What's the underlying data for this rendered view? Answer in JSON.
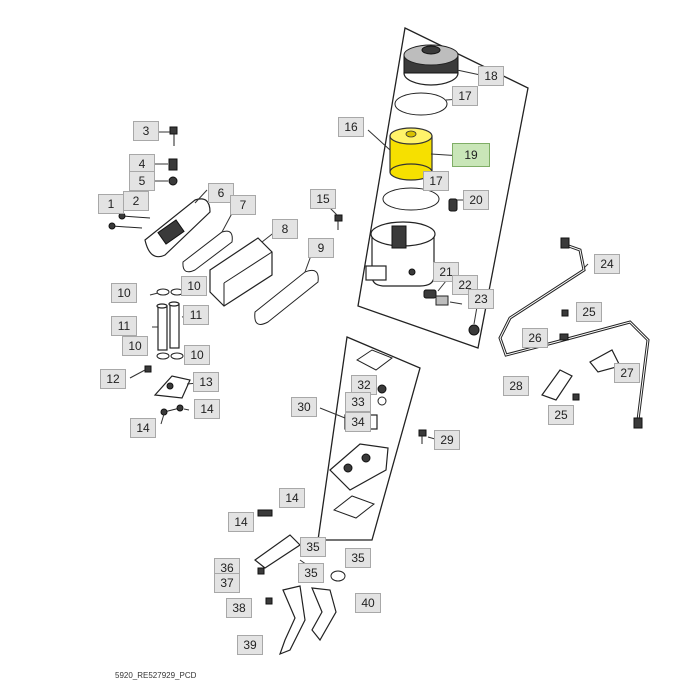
{
  "diagram": {
    "caption": "5920_RE527929_PCD",
    "highlight_color": "#f6e000",
    "callouts": [
      {
        "id": "c1",
        "label": "1"
      },
      {
        "id": "c2",
        "label": "2"
      },
      {
        "id": "c3",
        "label": "3"
      },
      {
        "id": "c4",
        "label": "4"
      },
      {
        "id": "c5",
        "label": "5"
      },
      {
        "id": "c6",
        "label": "6"
      },
      {
        "id": "c7",
        "label": "7"
      },
      {
        "id": "c8",
        "label": "8"
      },
      {
        "id": "c9",
        "label": "9"
      },
      {
        "id": "c10a",
        "label": "10"
      },
      {
        "id": "c10b",
        "label": "10"
      },
      {
        "id": "c10c",
        "label": "10"
      },
      {
        "id": "c10d",
        "label": "10"
      },
      {
        "id": "c11a",
        "label": "11"
      },
      {
        "id": "c11b",
        "label": "11"
      },
      {
        "id": "c12",
        "label": "12"
      },
      {
        "id": "c13",
        "label": "13"
      },
      {
        "id": "c14a",
        "label": "14"
      },
      {
        "id": "c14b",
        "label": "14"
      },
      {
        "id": "c14c",
        "label": "14"
      },
      {
        "id": "c14d",
        "label": "14"
      },
      {
        "id": "c15",
        "label": "15"
      },
      {
        "id": "c16",
        "label": "16"
      },
      {
        "id": "c17a",
        "label": "17"
      },
      {
        "id": "c17b",
        "label": "17"
      },
      {
        "id": "c18",
        "label": "18"
      },
      {
        "id": "c19",
        "label": "19"
      },
      {
        "id": "c20",
        "label": "20"
      },
      {
        "id": "c21",
        "label": "21"
      },
      {
        "id": "c22",
        "label": "22"
      },
      {
        "id": "c23",
        "label": "23"
      },
      {
        "id": "c24",
        "label": "24"
      },
      {
        "id": "c25a",
        "label": "25"
      },
      {
        "id": "c25b",
        "label": "25"
      },
      {
        "id": "c26",
        "label": "26"
      },
      {
        "id": "c27",
        "label": "27"
      },
      {
        "id": "c28",
        "label": "28"
      },
      {
        "id": "c29",
        "label": "29"
      },
      {
        "id": "c30",
        "label": "30"
      },
      {
        "id": "c32",
        "label": "32"
      },
      {
        "id": "c33",
        "label": "33"
      },
      {
        "id": "c34",
        "label": "34"
      },
      {
        "id": "c35a",
        "label": "35"
      },
      {
        "id": "c35b",
        "label": "35"
      },
      {
        "id": "c35c",
        "label": "35"
      },
      {
        "id": "c36",
        "label": "36"
      },
      {
        "id": "c37",
        "label": "37"
      },
      {
        "id": "c38",
        "label": "38"
      },
      {
        "id": "c39",
        "label": "39"
      },
      {
        "id": "c40",
        "label": "40"
      }
    ]
  }
}
